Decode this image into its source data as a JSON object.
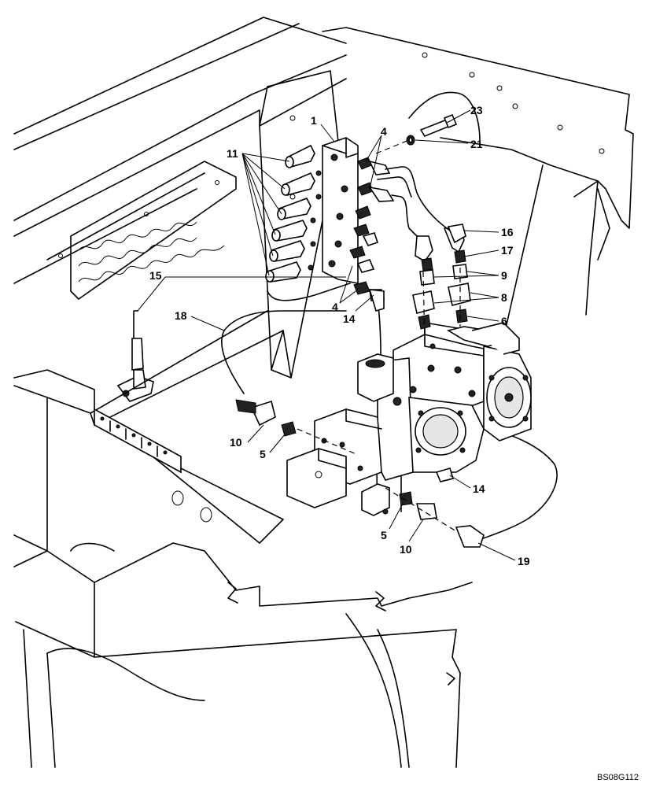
{
  "figure_code": "BS08G112",
  "callouts": {
    "c1": "1",
    "c23": "23",
    "c4": "4",
    "c21": "21",
    "c11": "11",
    "c16": "16",
    "c17": "17",
    "c15": "15",
    "c9": "9",
    "c8": "8",
    "c4b": "4",
    "c14": "14",
    "c18": "18",
    "c6": "6",
    "c10": "10",
    "c5": "5",
    "c14b": "14",
    "c5b": "5",
    "c10b": "10",
    "c19": "19"
  }
}
